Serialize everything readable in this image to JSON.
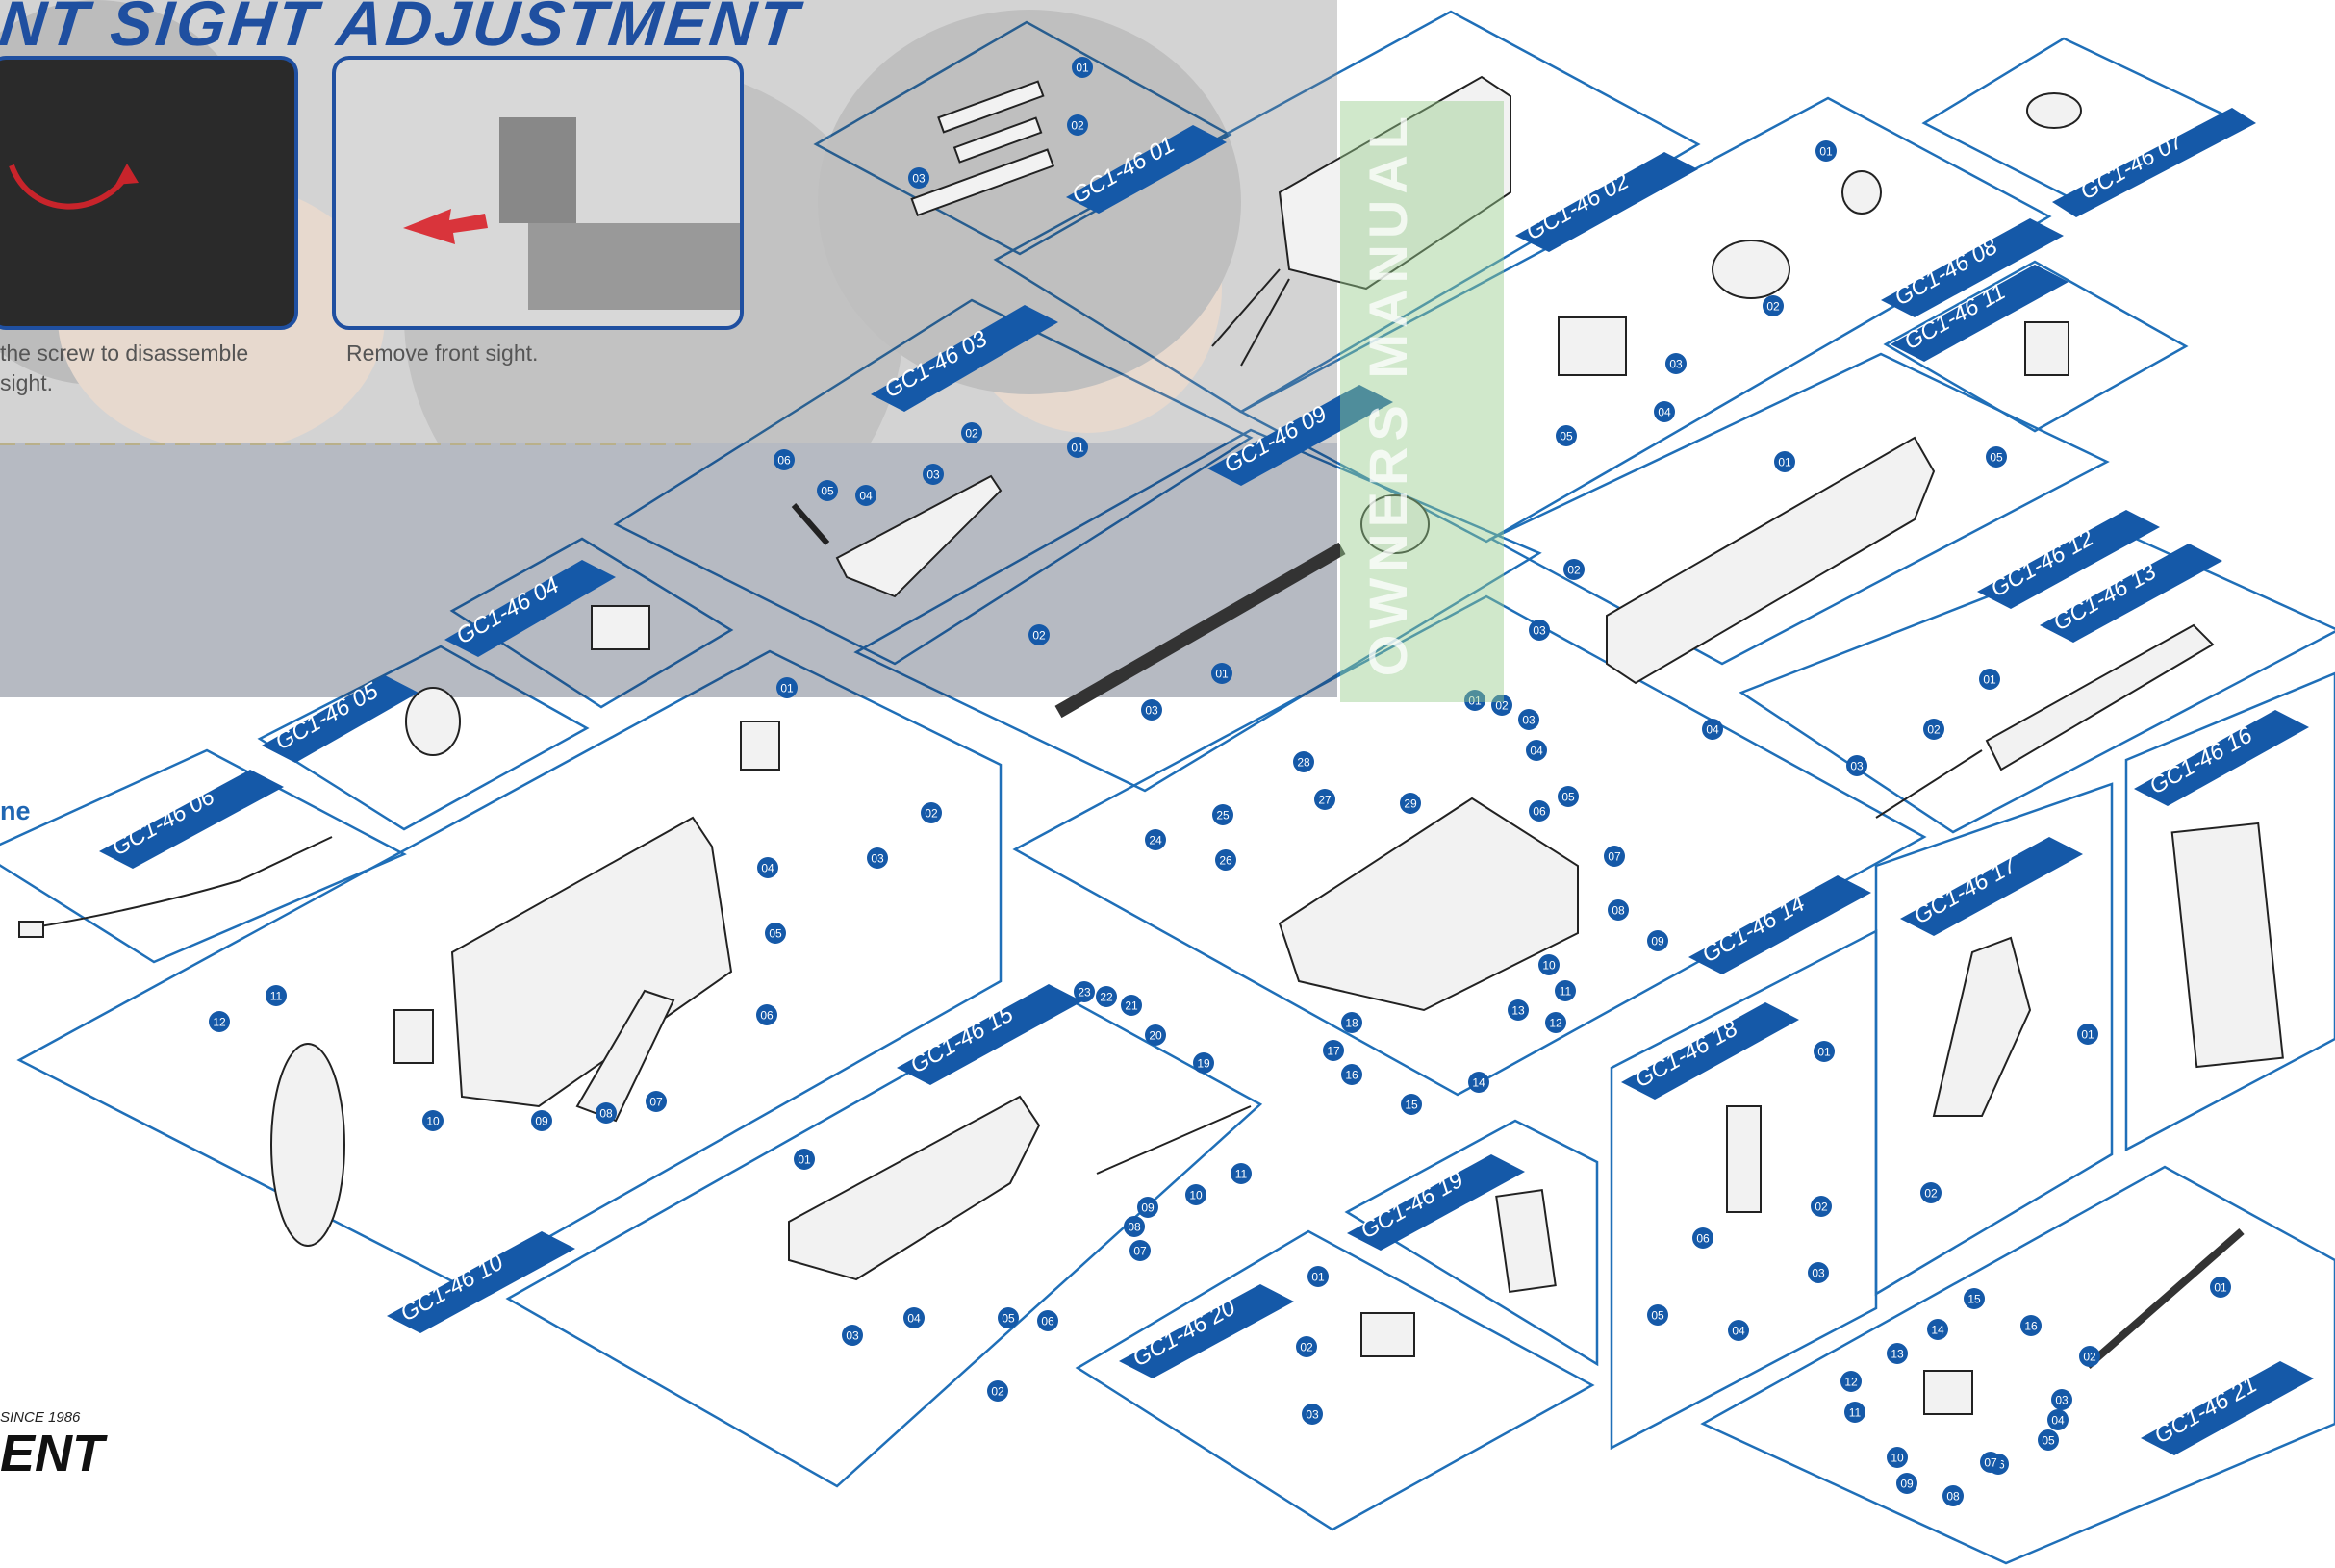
{
  "header": {
    "title": "NT SIGHT ADJUSTMENT"
  },
  "photos": [
    {
      "caption_line1": "the screw to disassemble",
      "caption_line2": "sight."
    },
    {
      "caption_line1": "Remove front sight.",
      "caption_line2": ""
    }
  ],
  "side_label": "ne",
  "brand": {
    "since": "SINCE 1986",
    "name": "ENT"
  },
  "watermark_text": "OWNERS MANUAL",
  "panels": [
    {
      "id": "p01",
      "label": "GC1-46 01",
      "callouts": [
        "01",
        "02",
        "03"
      ]
    },
    {
      "id": "p02",
      "label": "GC1-46 02",
      "callouts": []
    },
    {
      "id": "p03",
      "label": "GC1-46 03",
      "callouts": [
        "01",
        "02",
        "03",
        "04",
        "05",
        "06"
      ]
    },
    {
      "id": "p04",
      "label": "GC1-46 04",
      "callouts": []
    },
    {
      "id": "p05",
      "label": "GC1-46 05",
      "callouts": []
    },
    {
      "id": "p06",
      "label": "GC1-46 06",
      "callouts": []
    },
    {
      "id": "p07",
      "label": "GC1-46 07",
      "callouts": []
    },
    {
      "id": "p08",
      "label": "GC1-46 08",
      "callouts": [
        "01",
        "02",
        "03",
        "04",
        "05"
      ]
    },
    {
      "id": "p09",
      "label": "GC1-46 09",
      "callouts": [
        "01",
        "02",
        "03"
      ]
    },
    {
      "id": "p10",
      "label": "GC1-46 10",
      "callouts": [
        "01",
        "02",
        "03",
        "04",
        "05",
        "06",
        "07",
        "08",
        "09",
        "10",
        "11",
        "12"
      ]
    },
    {
      "id": "p11",
      "label": "GC1-46 11",
      "callouts": []
    },
    {
      "id": "p12",
      "label": "GC1-46 12",
      "callouts": [
        "01",
        "02",
        "03",
        "04",
        "05"
      ]
    },
    {
      "id": "p13",
      "label": "GC1-46 13",
      "callouts": [
        "01",
        "02",
        "03"
      ]
    },
    {
      "id": "p14",
      "label": "GC1-46 14",
      "callouts": [
        "01",
        "02",
        "03",
        "04",
        "05",
        "06",
        "07",
        "08",
        "09",
        "10",
        "11",
        "12",
        "13",
        "14",
        "15",
        "16",
        "17",
        "18",
        "19",
        "20",
        "21",
        "22",
        "23",
        "24",
        "25",
        "26",
        "27",
        "28",
        "29"
      ]
    },
    {
      "id": "p15",
      "label": "GC1-46 15",
      "callouts": [
        "01",
        "02",
        "03",
        "04",
        "05",
        "06",
        "07",
        "08",
        "09",
        "10",
        "11"
      ]
    },
    {
      "id": "p16",
      "label": "GC1-46 16",
      "callouts": []
    },
    {
      "id": "p17",
      "label": "GC1-46 17",
      "callouts": [
        "01",
        "02"
      ]
    },
    {
      "id": "p18",
      "label": "GC1-46 18",
      "callouts": [
        "01",
        "02",
        "03",
        "04",
        "05",
        "06"
      ]
    },
    {
      "id": "p19",
      "label": "GC1-46 19",
      "callouts": []
    },
    {
      "id": "p20",
      "label": "GC1-46 20",
      "callouts": [
        "01",
        "02",
        "03"
      ]
    },
    {
      "id": "p21",
      "label": "GC1-46 21",
      "callouts": [
        "01",
        "02",
        "03",
        "04",
        "05",
        "06",
        "07",
        "08",
        "09",
        "10",
        "11",
        "12",
        "13",
        "14",
        "15",
        "16"
      ]
    }
  ],
  "colors": {
    "accent": "#1559a8",
    "frame": "#1f6fb8",
    "title": "#1f4fa0",
    "watermark": "#96cd8c"
  }
}
